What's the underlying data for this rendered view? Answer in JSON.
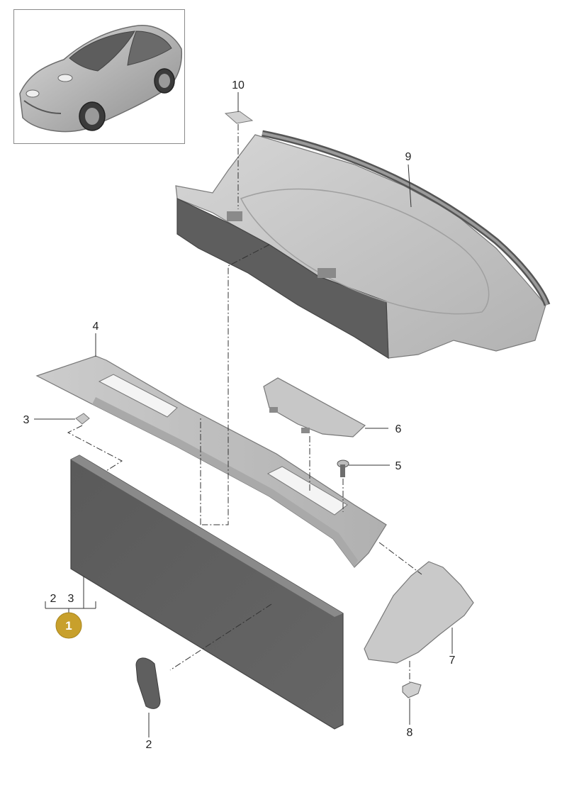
{
  "thumbnail": {
    "icon": "car-icon"
  },
  "callouts": {
    "c10": "10",
    "c9": "9",
    "c4": "4",
    "c3": "3",
    "c6": "6",
    "c5": "5",
    "c7": "7",
    "c8": "8",
    "c2": "2",
    "c1_sub_2": "2",
    "c1_sub_3": "3",
    "c1_badge": "1"
  },
  "colors": {
    "part_light": "#cfcfcf",
    "part_mid": "#b4b4b4",
    "part_dark": "#5f5f5f",
    "badge": "#c8a02c",
    "leader": "#333333"
  }
}
